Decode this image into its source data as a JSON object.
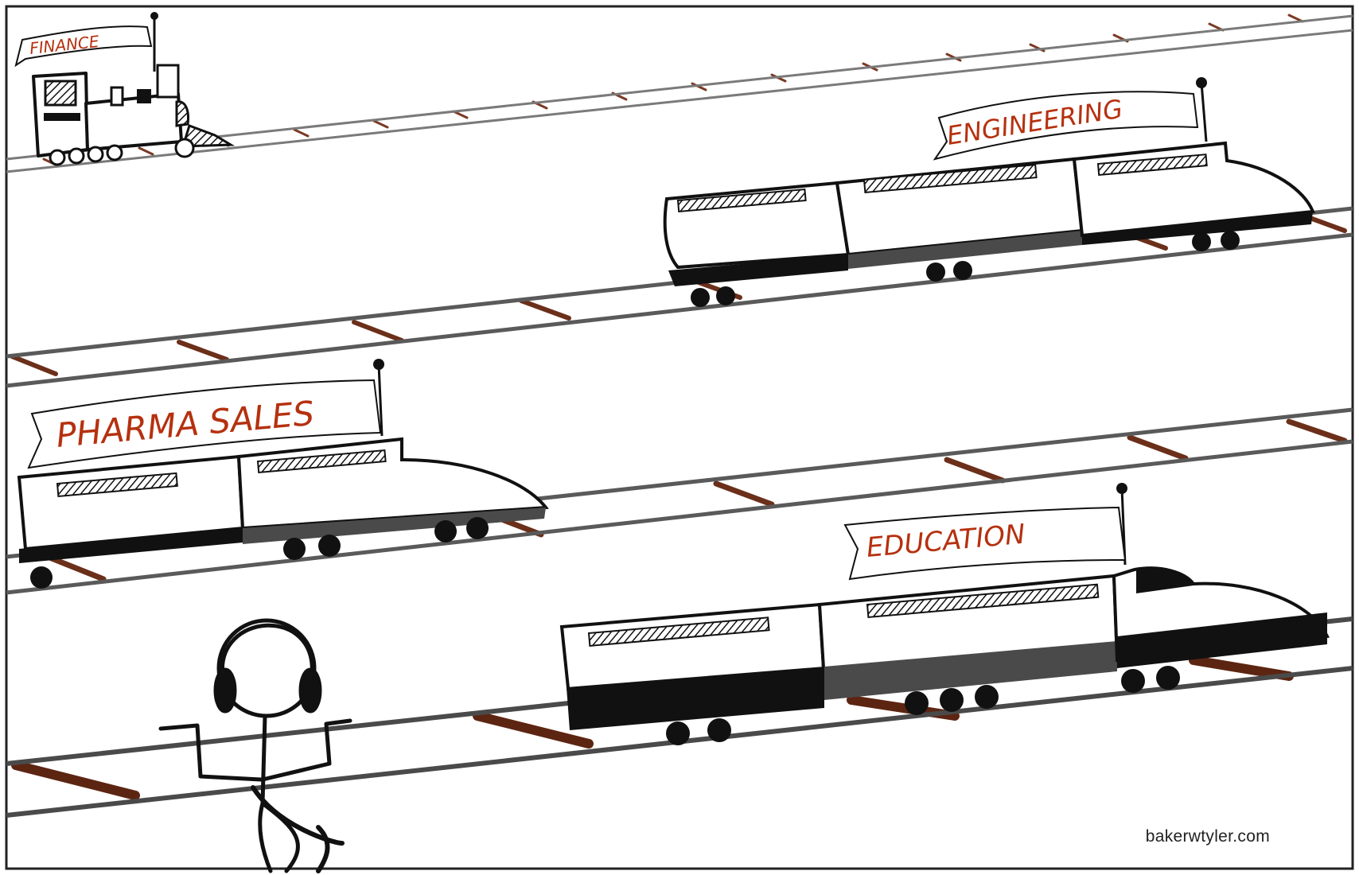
{
  "banners": {
    "finance": "FINANCE",
    "engineering": "ENGINEERING",
    "pharma_sales": "PHARMA SALES",
    "education": "EDUCATION"
  },
  "credit": "bakerwtyler.com",
  "colors": {
    "ink": "#111111",
    "banner_text": "#b5310f",
    "rail_tie": "#6b2f1a",
    "undercarriage": "#111111",
    "shaded_panel": "#4a4a4a",
    "rail": "#6e6e6e"
  }
}
